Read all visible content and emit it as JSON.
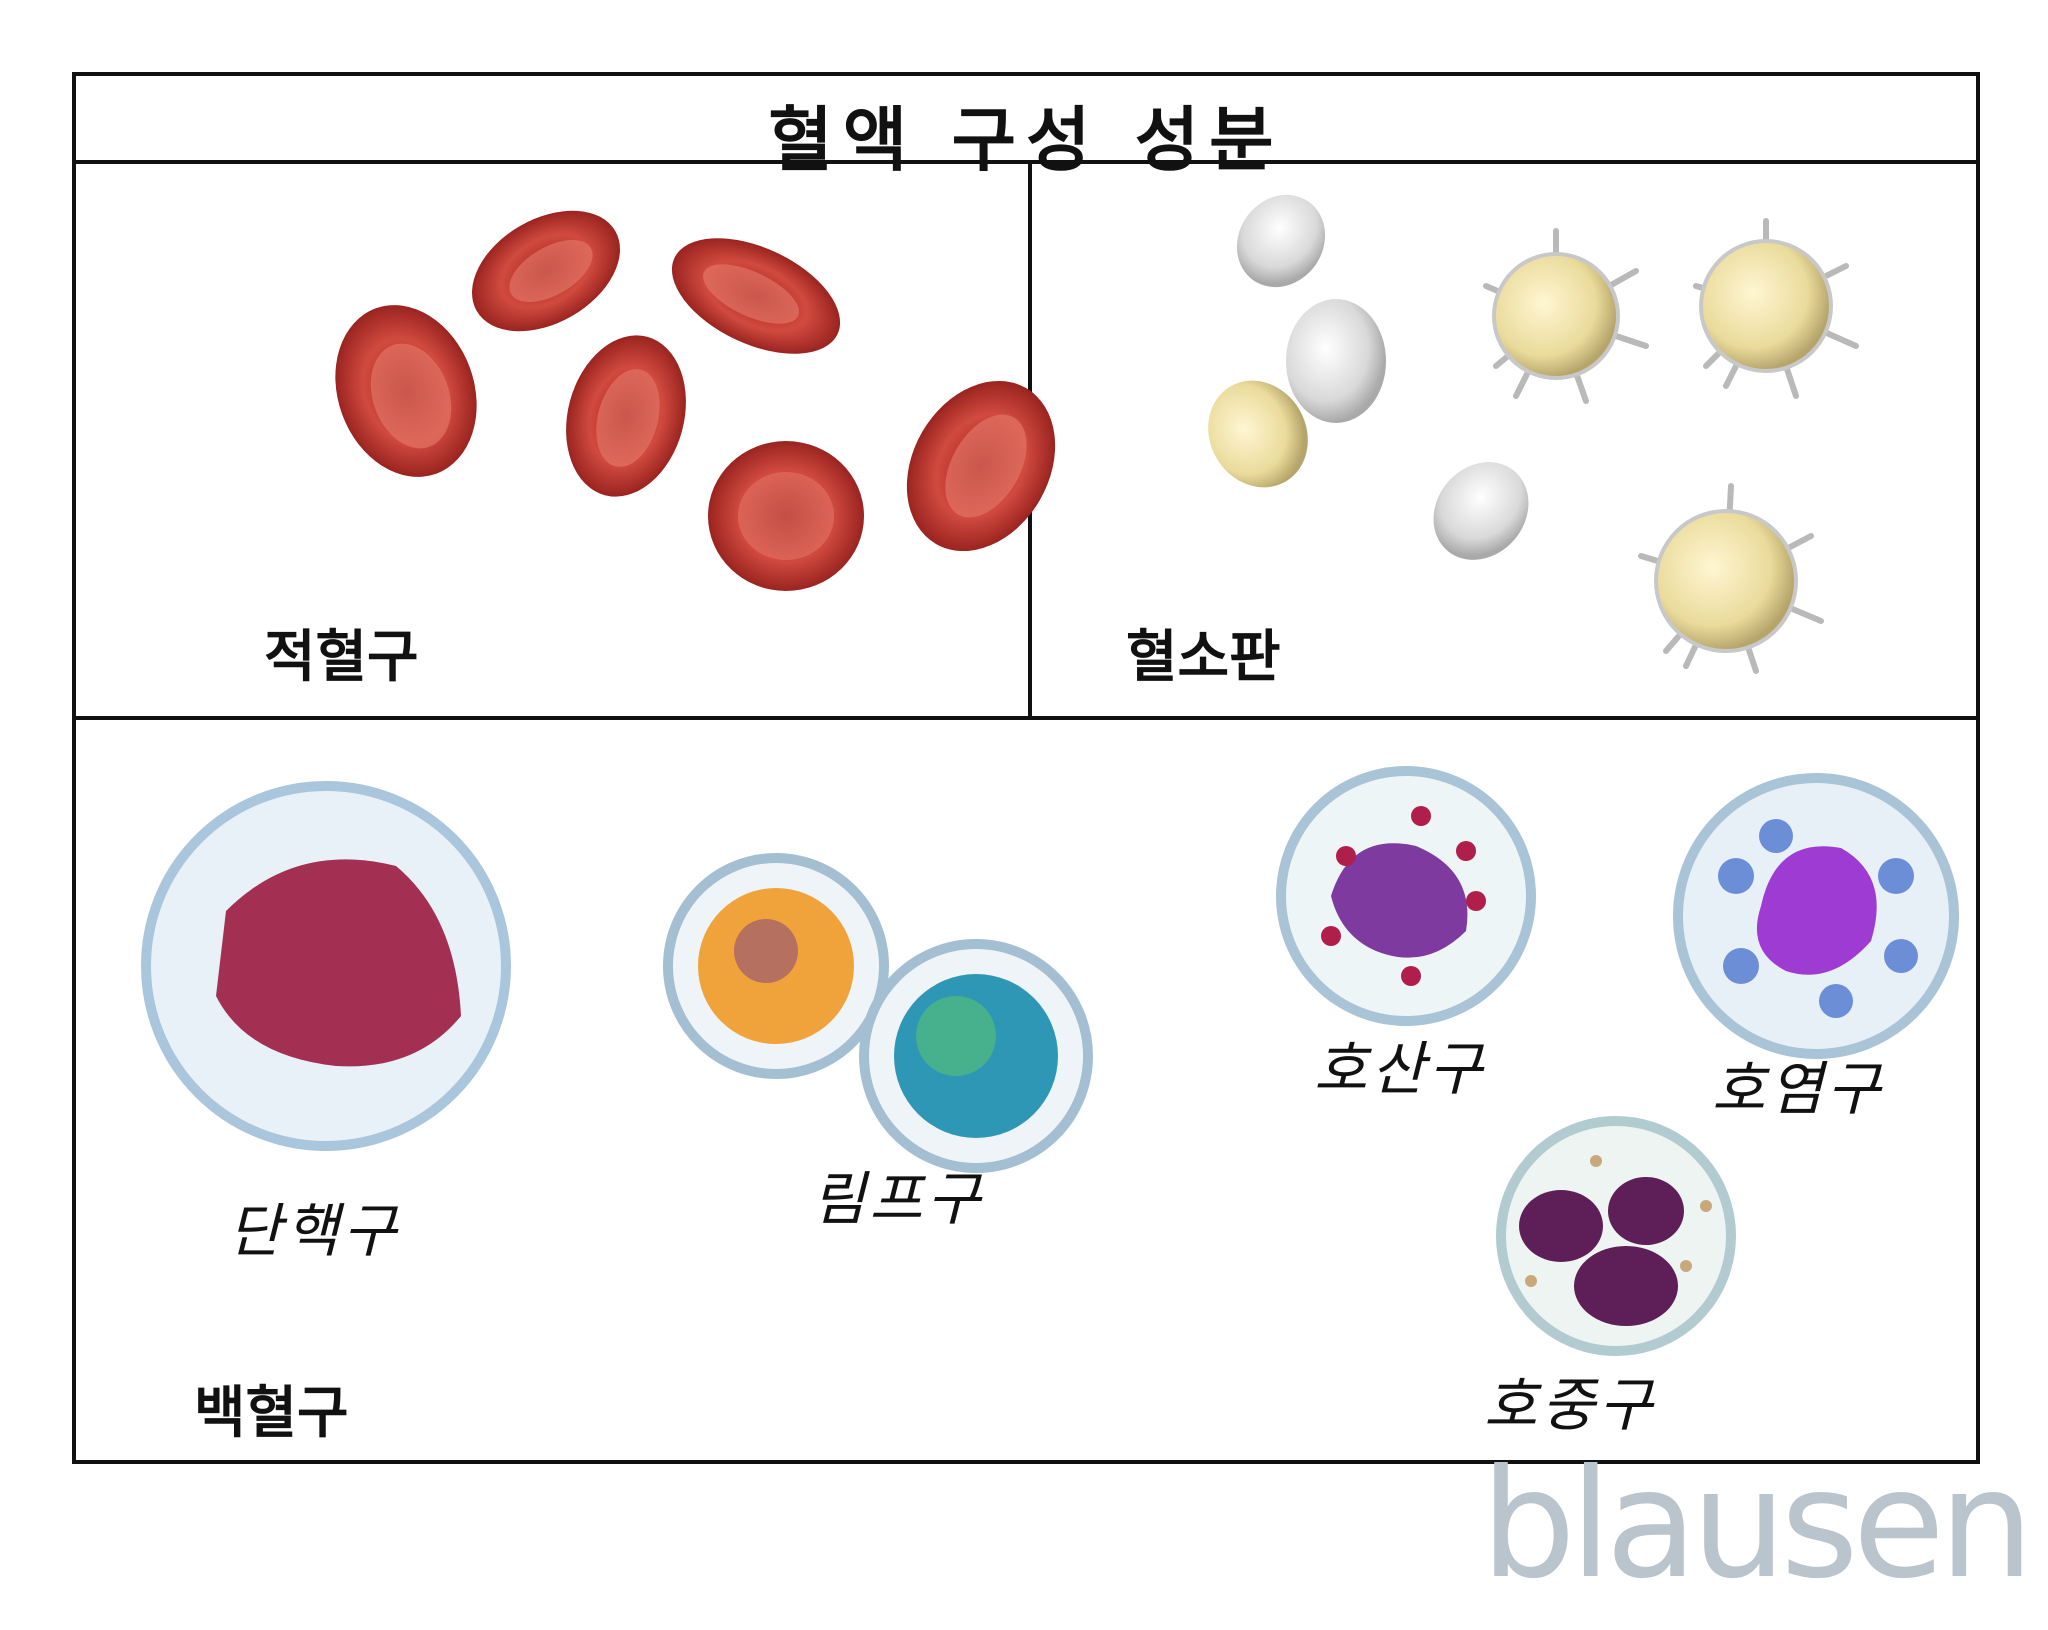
{
  "title": "혈액 구성 성분",
  "sections": {
    "red_cells": {
      "label": "적혈구"
    },
    "platelets": {
      "label": "혈소판"
    },
    "white_cells": {
      "label": "백혈구",
      "types": {
        "monocyte": "단핵구",
        "lymphocyte": "림프구",
        "eosinophil": "호산구",
        "basophil": "호염구",
        "neutrophil": "호중구"
      }
    }
  },
  "watermark": "blausen",
  "colors": {
    "rbc": "#c0302a",
    "platelet": "#e3e1dc",
    "platelet_yellow": "#e8d88a",
    "border": "#111111",
    "watermark": "#b9c4cc"
  }
}
